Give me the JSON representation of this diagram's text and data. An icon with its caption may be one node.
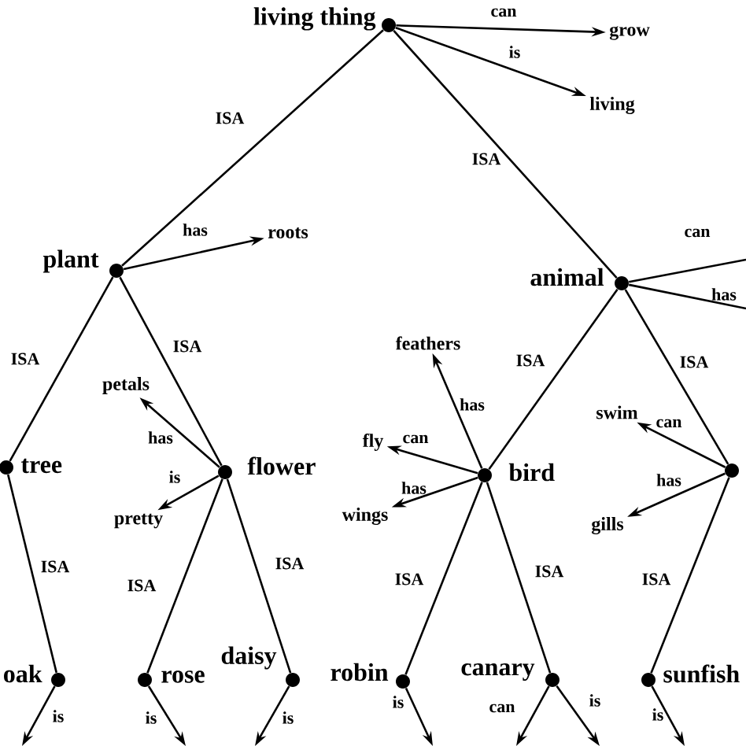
{
  "diagram": {
    "nodes": [
      {
        "text": [
          "living thing"
        ]
      },
      {
        "text": [
          "grow"
        ]
      },
      {
        "text": [
          "living"
        ]
      },
      {
        "text": [
          "plant"
        ]
      },
      {
        "text": [
          "roots"
        ]
      },
      {
        "text": [
          "animal"
        ]
      },
      {
        "text": [
          "tree"
        ]
      },
      {
        "text": [
          "flower"
        ]
      },
      {
        "text": [
          "petals"
        ]
      },
      {
        "text": [
          "pretty"
        ]
      },
      {
        "text": [
          "bird"
        ]
      },
      {
        "text": [
          "feathers"
        ]
      },
      {
        "text": [
          "fly"
        ]
      },
      {
        "text": [
          "wings"
        ]
      },
      {
        "text": [],
        "shape": "circle"
      },
      {
        "text": [
          "swim"
        ]
      },
      {
        "text": [
          "gills"
        ]
      },
      {
        "text": [
          "oak"
        ]
      },
      {
        "text": [
          "rose"
        ]
      },
      {
        "text": [
          "daisy"
        ]
      },
      {
        "text": [
          "robin"
        ]
      },
      {
        "text": [
          "canary"
        ]
      },
      {
        "text": [
          "sunfish"
        ]
      }
    ],
    "edges": [
      {
        "from": 0,
        "to": 1,
        "arrow": "to",
        "label": "can"
      },
      {
        "from": 0,
        "to": 2,
        "arrow": "to",
        "label": "is"
      },
      {
        "from": 0,
        "to": 3,
        "arrow": "none",
        "label": "ISA"
      },
      {
        "from": 0,
        "to": 5,
        "arrow": "none",
        "label": "ISA"
      },
      {
        "from": 3,
        "to": 4,
        "arrow": "to",
        "label": "has"
      },
      {
        "from": 5,
        "to": null,
        "arrow": "none",
        "label": "can"
      },
      {
        "from": 5,
        "to": null,
        "arrow": "none",
        "label": "has"
      },
      {
        "from": 3,
        "to": 6,
        "arrow": "none",
        "label": "ISA"
      },
      {
        "from": 3,
        "to": 7,
        "arrow": "none",
        "label": "ISA"
      },
      {
        "from": 7,
        "to": 8,
        "arrow": "to",
        "label": "has"
      },
      {
        "from": 7,
        "to": 9,
        "arrow": "to",
        "label": "is"
      },
      {
        "from": 5,
        "to": 10,
        "arrow": "none",
        "label": "ISA"
      },
      {
        "from": 5,
        "to": 14,
        "arrow": "none",
        "label": "ISA"
      },
      {
        "from": 10,
        "to": 11,
        "arrow": "to",
        "label": "has"
      },
      {
        "from": 10,
        "to": 12,
        "arrow": "to",
        "label": "can"
      },
      {
        "from": 10,
        "to": 13,
        "arrow": "to",
        "label": "has"
      },
      {
        "from": 14,
        "to": 15,
        "arrow": "to",
        "label": "can"
      },
      {
        "from": 14,
        "to": 16,
        "arrow": "to",
        "label": "has"
      },
      {
        "from": 6,
        "to": 17,
        "arrow": "none",
        "label": "ISA"
      },
      {
        "from": 7,
        "to": 18,
        "arrow": "none",
        "label": "ISA"
      },
      {
        "from": 7,
        "to": 19,
        "arrow": "none",
        "label": "ISA"
      },
      {
        "from": 10,
        "to": 20,
        "arrow": "none",
        "label": "ISA"
      },
      {
        "from": 10,
        "to": 21,
        "arrow": "none",
        "label": "ISA"
      },
      {
        "from": 14,
        "to": 22,
        "arrow": "none",
        "label": "ISA"
      },
      {
        "from": 17,
        "to": null,
        "arrow": "to",
        "label": "is"
      },
      {
        "from": 18,
        "to": null,
        "arrow": "to",
        "label": "is"
      },
      {
        "from": 19,
        "to": null,
        "arrow": "to",
        "label": "is"
      },
      {
        "from": 20,
        "to": null,
        "arrow": "to",
        "label": "is"
      },
      {
        "from": 21,
        "to": null,
        "arrow": "to",
        "label": "can"
      },
      {
        "from": 21,
        "to": null,
        "arrow": "to",
        "label": "is"
      },
      {
        "from": 22,
        "to": null,
        "arrow": "to",
        "label": "is"
      }
    ]
  }
}
